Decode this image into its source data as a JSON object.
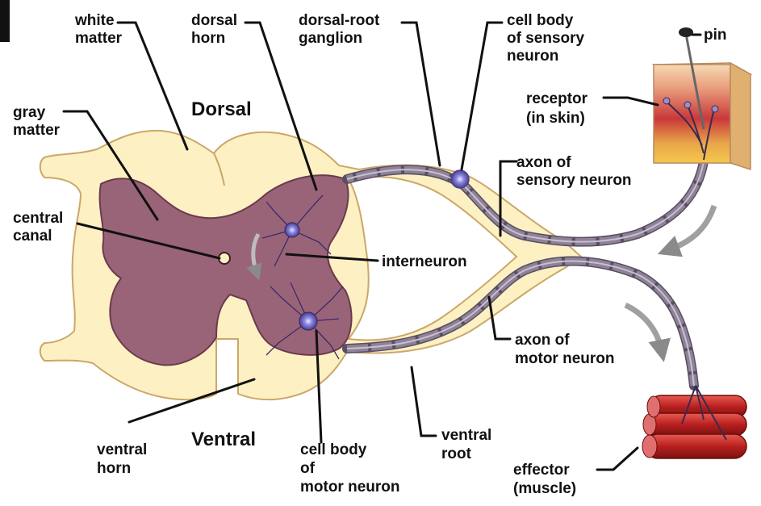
{
  "diagram": {
    "regions": {
      "dorsal": "Dorsal",
      "ventral": "Ventral"
    },
    "labels": {
      "white_matter": [
        "white",
        "matter"
      ],
      "gray_matter": [
        "gray",
        "matter"
      ],
      "central_canal": [
        "central",
        "canal"
      ],
      "dorsal_horn": [
        "dorsal",
        "horn"
      ],
      "dorsal_root_ganglion": [
        "dorsal-root",
        "ganglion"
      ],
      "cell_body_sensory": [
        "cell body",
        "of sensory",
        "neuron"
      ],
      "pin": [
        "pin"
      ],
      "receptor": [
        "receptor",
        "(in skin)"
      ],
      "axon_sensory": [
        "axon of",
        "sensory neuron"
      ],
      "interneuron": [
        "interneuron"
      ],
      "axon_motor": [
        "axon of",
        "motor neuron"
      ],
      "ventral_horn": [
        "ventral",
        "horn"
      ],
      "cell_body_motor": [
        "cell body",
        "of",
        "motor neuron"
      ],
      "ventral_root": [
        "ventral",
        "root"
      ],
      "effector": [
        "effector",
        "(muscle)"
      ]
    },
    "colors": {
      "white_matter": "#fdf0c2",
      "white_matter_edge": "#caa86a",
      "gray_matter": "#9a6478",
      "gray_matter_edge": "#6a3a4e",
      "axon": "#8e8296",
      "axon_edge": "#5a4e62",
      "neuron_body": "#6d6ad0",
      "muscle": "#c8282a",
      "skin_top": "#f3cfa6",
      "skin_mid": "#d1483c",
      "skin_fat": "#f0c040",
      "arrow": "#8a8a8a",
      "corner_block": "#111111"
    }
  }
}
